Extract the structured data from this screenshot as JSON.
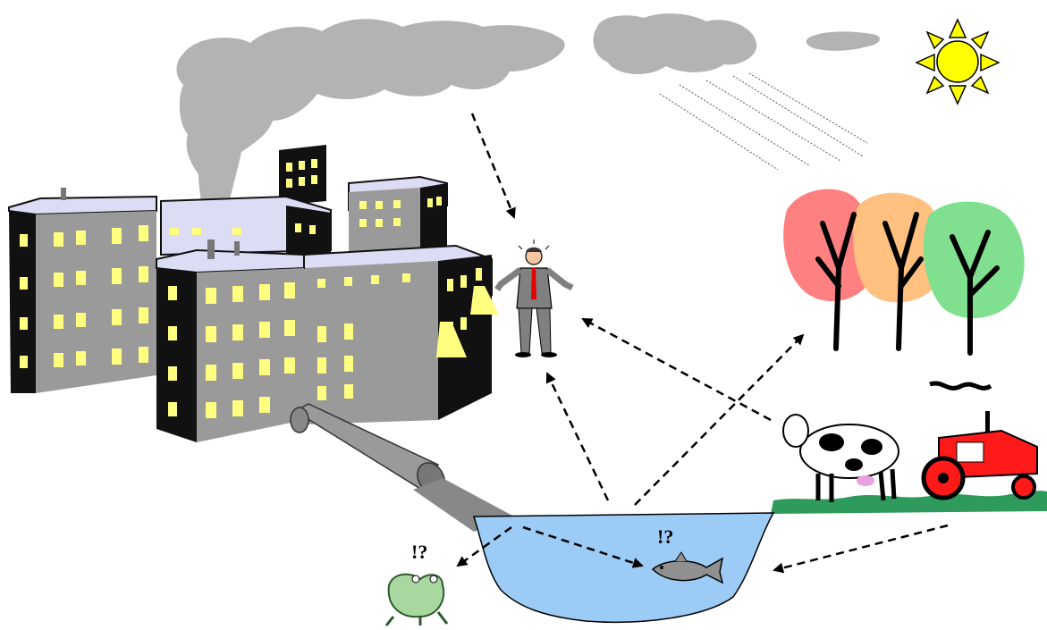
{
  "labels": {
    "fish_reaction": "!?",
    "frog_reaction": "!?"
  },
  "colors": {
    "smoke": "#b3b3b3",
    "building_wall": "#9a9a9a",
    "building_dark": "#111111",
    "building_roof": "#dcdcf5",
    "window": "#ffff80",
    "water": "#9ccbf6",
    "grass": "#2e9a5c",
    "sun": "#ffff00",
    "tree_red": "#ff8080",
    "tree_orange": "#ffc080",
    "tree_green": "#80e090",
    "tractor": "#ff1a1a",
    "arrow": "#000000"
  },
  "elements": [
    "factory-buildings",
    "smoke-cloud",
    "rain-cloud",
    "sun-icon",
    "trees",
    "cow",
    "tractor",
    "man-in-suit",
    "frog",
    "fish",
    "drain-pipe",
    "pond",
    "grass-field"
  ]
}
